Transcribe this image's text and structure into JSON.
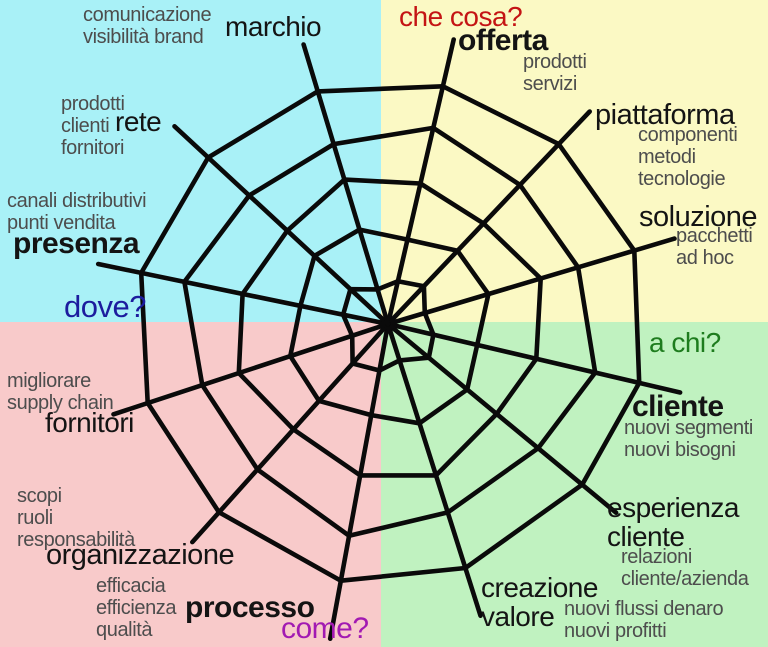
{
  "diagram": {
    "type": "spider-web-radar",
    "web_color": "#0a0a0a",
    "quadrants": [
      {
        "id": "dove",
        "position": "top-left",
        "question": "dove?",
        "color": "#a9f1f7",
        "question_color": "#1c1c9e"
      },
      {
        "id": "che-cosa",
        "position": "top-right",
        "question": "che cosa?",
        "color": "#fbf9c4",
        "question_color": "#c41414"
      },
      {
        "id": "come",
        "position": "bottom-left",
        "question": "come?",
        "color": "#f8caca",
        "question_color": "#a21ab2"
      },
      {
        "id": "a-chi",
        "position": "bottom-right",
        "question": "a chi?",
        "color": "#c0f2c0",
        "question_color": "#1e7c1e"
      }
    ],
    "axes": [
      {
        "label": "offerta",
        "emphasis": true,
        "sub": [
          "prodotti",
          "servizi"
        ]
      },
      {
        "label": "piattaforma",
        "emphasis": false,
        "sub": [
          "componenti",
          "metodi",
          "tecnologie"
        ]
      },
      {
        "label": "soluzione",
        "emphasis": false,
        "sub": [
          "pacchetti",
          "ad hoc"
        ]
      },
      {
        "label": "cliente",
        "emphasis": true,
        "sub": [
          "nuovi segmenti",
          "nuovi bisogni"
        ]
      },
      {
        "label": "esperienza cliente",
        "emphasis": false,
        "sub": [
          "relazioni",
          "cliente/azienda"
        ]
      },
      {
        "label": "creazione valore",
        "emphasis": false,
        "sub": [
          "nuovi flussi denaro",
          "nuovi profitti"
        ]
      },
      {
        "label": "processo",
        "emphasis": true,
        "sub": [
          "efficacia",
          "efficienza",
          "qualità"
        ]
      },
      {
        "label": "organizzazione",
        "emphasis": false,
        "sub": [
          "scopi",
          "ruoli",
          "responsabilità"
        ]
      },
      {
        "label": "fornitori",
        "emphasis": false,
        "sub": [
          "migliorare",
          "supply chain"
        ]
      },
      {
        "label": "presenza",
        "emphasis": true,
        "sub": [
          "canali distributivi",
          "punti vendita"
        ]
      },
      {
        "label": "rete",
        "emphasis": false,
        "sub": [
          "prodotti",
          "clienti",
          "fornitori"
        ]
      },
      {
        "label": "marchio",
        "emphasis": false,
        "sub": [
          "comunicazione",
          "visibilità brand"
        ]
      }
    ]
  }
}
